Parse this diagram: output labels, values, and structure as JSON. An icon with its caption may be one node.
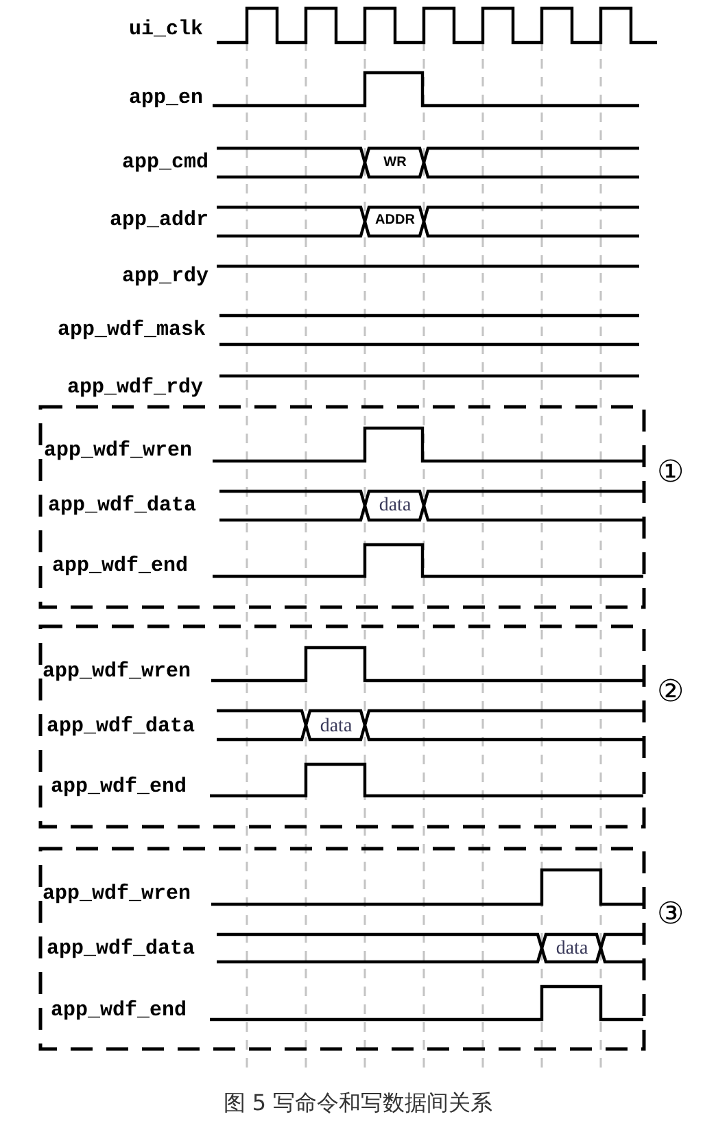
{
  "diagram": {
    "caption": "图 5 写命令和写数据间关系",
    "nodes": [
      {
        "text": [],
        "shape": "box",
        "beside": [
          "①"
        ]
      },
      {
        "text": [],
        "shape": "box",
        "beside": [
          "②"
        ]
      },
      {
        "text": [],
        "shape": "box",
        "beside": [
          "③"
        ]
      }
    ],
    "labels": [
      "ui_clk",
      "app_en",
      "app_cmd",
      "WR",
      "app_addr",
      "ADDR",
      "app_rdy",
      "app_wdf_mask",
      "app_wdf_rdy",
      "app_wdf_wren",
      "app_wdf_data",
      "data",
      "app_wdf_end",
      "app_wdf_wren",
      "app_wdf_data",
      "data",
      "app_wdf_end",
      "app_wdf_wren",
      "app_wdf_data",
      "data",
      "app_wdf_end"
    ]
  }
}
